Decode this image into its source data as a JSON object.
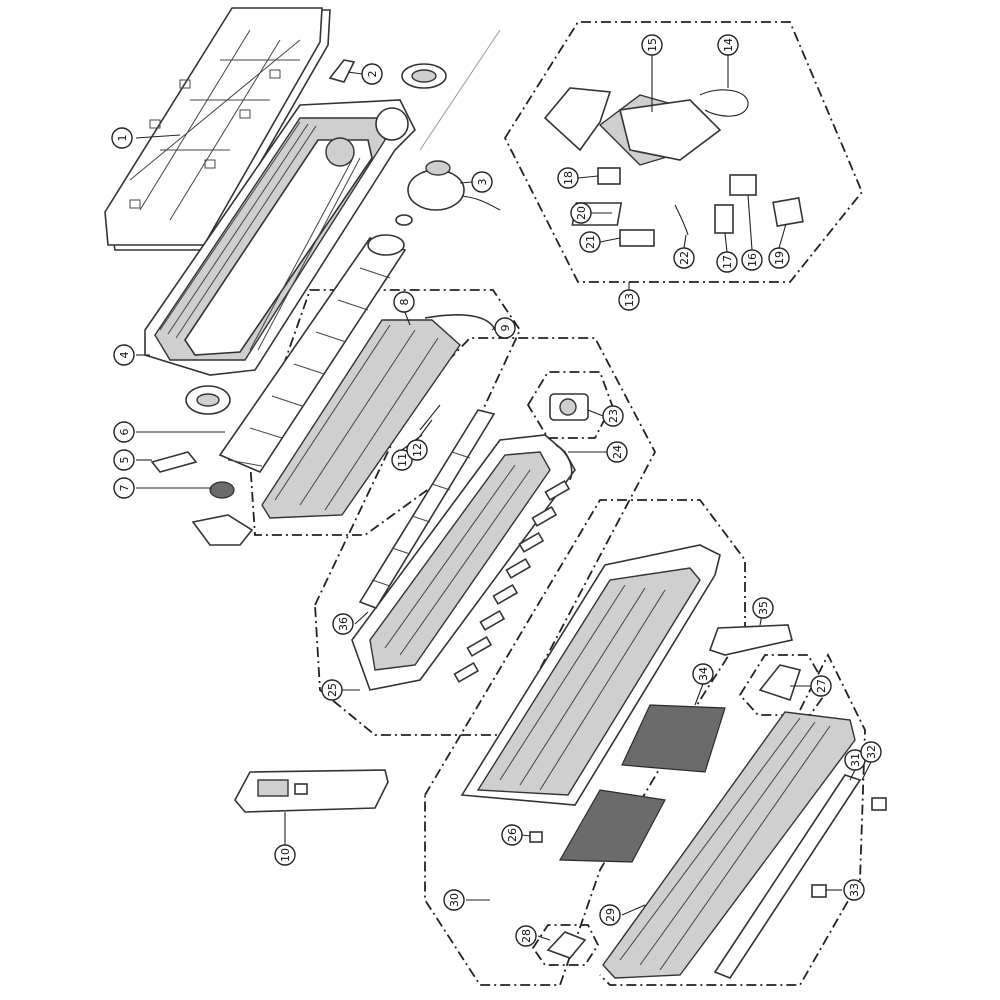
{
  "callouts": [
    {
      "id": "c1",
      "label": "1"
    },
    {
      "id": "c2",
      "label": "2"
    },
    {
      "id": "c3",
      "label": "3"
    },
    {
      "id": "c4",
      "label": "4"
    },
    {
      "id": "c5",
      "label": "5"
    },
    {
      "id": "c6",
      "label": "6"
    },
    {
      "id": "c7",
      "label": "7"
    },
    {
      "id": "c8",
      "label": "8"
    },
    {
      "id": "c9",
      "label": "9"
    },
    {
      "id": "c10",
      "label": "10"
    },
    {
      "id": "c11",
      "label": "11"
    },
    {
      "id": "c12",
      "label": "12"
    },
    {
      "id": "c13",
      "label": "13"
    },
    {
      "id": "c14",
      "label": "14"
    },
    {
      "id": "c15",
      "label": "15"
    },
    {
      "id": "c16",
      "label": "16"
    },
    {
      "id": "c17",
      "label": "17"
    },
    {
      "id": "c18",
      "label": "18"
    },
    {
      "id": "c19",
      "label": "19"
    },
    {
      "id": "c20",
      "label": "20"
    },
    {
      "id": "c21",
      "label": "21"
    },
    {
      "id": "c22",
      "label": "22"
    },
    {
      "id": "c23",
      "label": "23"
    },
    {
      "id": "c24",
      "label": "24"
    },
    {
      "id": "c25",
      "label": "25"
    },
    {
      "id": "c26",
      "label": "26"
    },
    {
      "id": "c27",
      "label": "27"
    },
    {
      "id": "c28",
      "label": "28"
    },
    {
      "id": "c29",
      "label": "29"
    },
    {
      "id": "c30",
      "label": "30"
    },
    {
      "id": "c31",
      "label": "31"
    },
    {
      "id": "c32",
      "label": "32"
    },
    {
      "id": "c33",
      "label": "33"
    },
    {
      "id": "c34",
      "label": "34"
    },
    {
      "id": "c35",
      "label": "35"
    },
    {
      "id": "c36",
      "label": "36"
    }
  ],
  "colors": {
    "line": "#222222",
    "shade": "#cfcfcf",
    "dark": "#6b6b6b",
    "background": "#ffffff"
  }
}
